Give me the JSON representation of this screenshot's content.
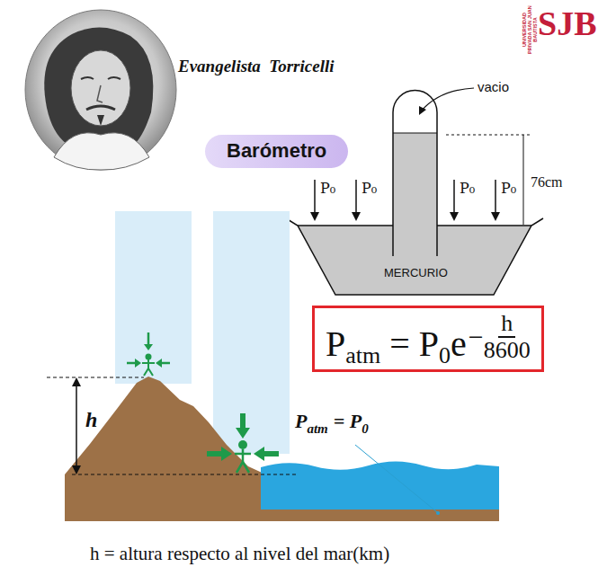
{
  "diagram": {
    "nodes": [
      {
        "text": [
          "Barómetro"
        ]
      },
      {
        "text": [
          "P",
          "atm",
          "= P",
          "0",
          "e",
          "−",
          "h",
          "8600"
        ]
      }
    ],
    "labels": [
      "Evangelista  Torricelli",
      "UNIVERSIDAD PRIVADA SAN JUAN BAUTISTA",
      "SJB",
      "vacio",
      "P₀",
      "P₀",
      "P₀",
      "P₀",
      "76cm",
      "MERCURIO",
      "h",
      "P",
      "atm",
      "= P",
      "0",
      "h = altura respecto al nivel del mar(km)"
    ]
  }
}
